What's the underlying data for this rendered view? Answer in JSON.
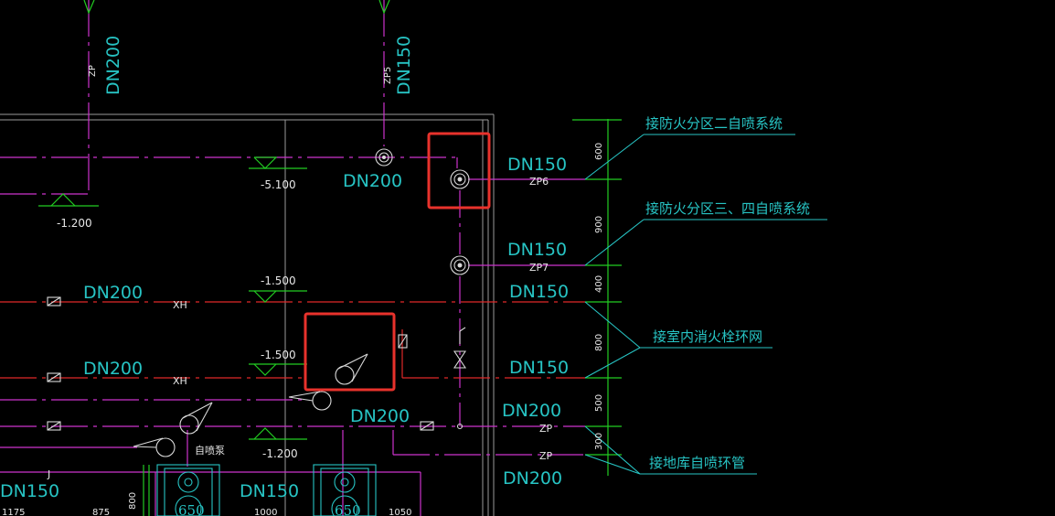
{
  "drawing": {
    "labels": {
      "dn200_top_left": "DN200",
      "dn150_top_mid": "DN150",
      "zp_top_left": "ZP",
      "zp5_top_mid": "ZP5",
      "dn200_mid": "DN200",
      "dn150_zp6": "DN150",
      "zp6": "ZP6",
      "dn150_zp7": "DN150",
      "zp7": "ZP7",
      "dn200_xh1": "DN200",
      "xh1": "XH",
      "dn150_xh1": "DN150",
      "dn200_xh2": "DN200",
      "xh2": "XH",
      "dn150_xh2": "DN150",
      "dn200_zp_a": "DN200",
      "zp_a": "ZP",
      "zp_b": "ZP",
      "dn200_bottom_right": "DN200",
      "dn200_center_bottom": "DN200",
      "dn150_bottom_left": "DN150",
      "dn150_bottom_mid": "DN150",
      "j_label": "J",
      "pump_label": "自喷泵"
    },
    "elevations": {
      "e1": "-5.100",
      "e2": "-1.200",
      "e3": "-1.500",
      "e4": "-1.500",
      "e5": "-1.200"
    },
    "dimensions": {
      "d600": "600",
      "d900": "900",
      "d400": "400",
      "d800": "800",
      "d500": "500",
      "d300": "300",
      "d800_bottom": "800",
      "d1175": "1175",
      "d875": "875",
      "d1000": "1000",
      "d1050": "1050",
      "d650a": "650",
      "d650b": "650"
    },
    "callouts": {
      "c1": "接防火分区二自喷系统",
      "c2": "接防火分区三、四自喷系统",
      "c3": "接室内消火栓环网",
      "c4": "接地库自喷环管"
    },
    "colors": {
      "background": "#000000",
      "sprinkler_pipe": "#cc33cc",
      "hydrant_pipe": "#e02828",
      "text": "#27c4c4",
      "elevation_marker": "#22cc22",
      "highlight_box": "#e8322c"
    }
  }
}
